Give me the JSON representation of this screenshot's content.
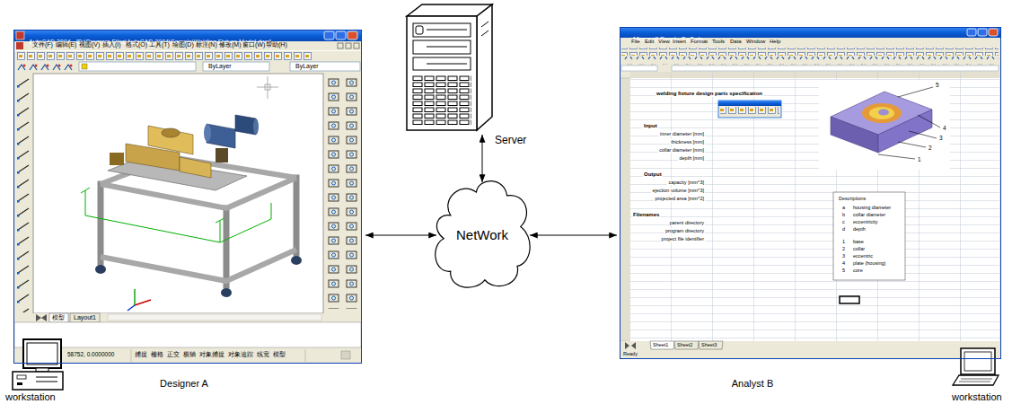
{
  "diagram": {
    "nodes": [
      {
        "text": [
          "AutoCAD 2004 - [D:\\Program Files\\AutoCAD 2004\\Sample\\Welding Fixture Model.dwg]"
        ]
      },
      {
        "text": [
          "Server"
        ]
      },
      {
        "text": [
          "NetWork"
        ]
      },
      {
        "text": [
          "Microsoft Excel - Sw3.xls"
        ]
      }
    ],
    "edges": [
      {
        "from": 0,
        "to": 2,
        "arrow": "both"
      },
      {
        "from": 1,
        "to": 2,
        "arrow": "both"
      },
      {
        "from": 2,
        "to": 3,
        "arrow": "both"
      }
    ],
    "labels": [
      "文件(F)",
      "编辑(E)",
      "视图(V)",
      "插入(I)",
      "格式(O)",
      "工具(T)",
      "绘图(D)",
      "标注(N)",
      "修改(M)",
      "窗口(W)",
      "帮助(H)",
      "ByLayer",
      "ByLayer",
      "模型",
      "Layout1",
      "58752, 0.0000000",
      "捕捉",
      "栅格",
      "正交",
      "极轴",
      "对象捕捉",
      "对象追踪",
      "线宽",
      "模型",
      "workstation",
      "Designer A",
      "workstation",
      "Analyst B",
      "File",
      "Edit",
      "View",
      "Insert",
      "Format",
      "Tools",
      "Data",
      "Window",
      "Help",
      "welding fixture design parts specification",
      "Input",
      "inner diameter [mm]",
      "thickness [mm]",
      "collar diameter [mm]",
      "depth [mm]",
      "Output",
      "capacity [mm^3]",
      "ejection volume [mm^3]",
      "projected area [mm^2]",
      "Filenames",
      "parent directory",
      "program directory",
      "project file identifier",
      "Descriptions",
      "a",
      "housing diameter",
      "b",
      "collar diameter",
      "c",
      "eccentricity",
      "d",
      "depth",
      "1",
      "base",
      "2",
      "collar",
      "3",
      "eccentric",
      "4",
      "plate (housing)",
      "5",
      "core",
      "5",
      "4",
      "3",
      "2",
      "1",
      "Sheet1",
      "Sheet2",
      "Sheet3",
      "Ready"
    ]
  }
}
